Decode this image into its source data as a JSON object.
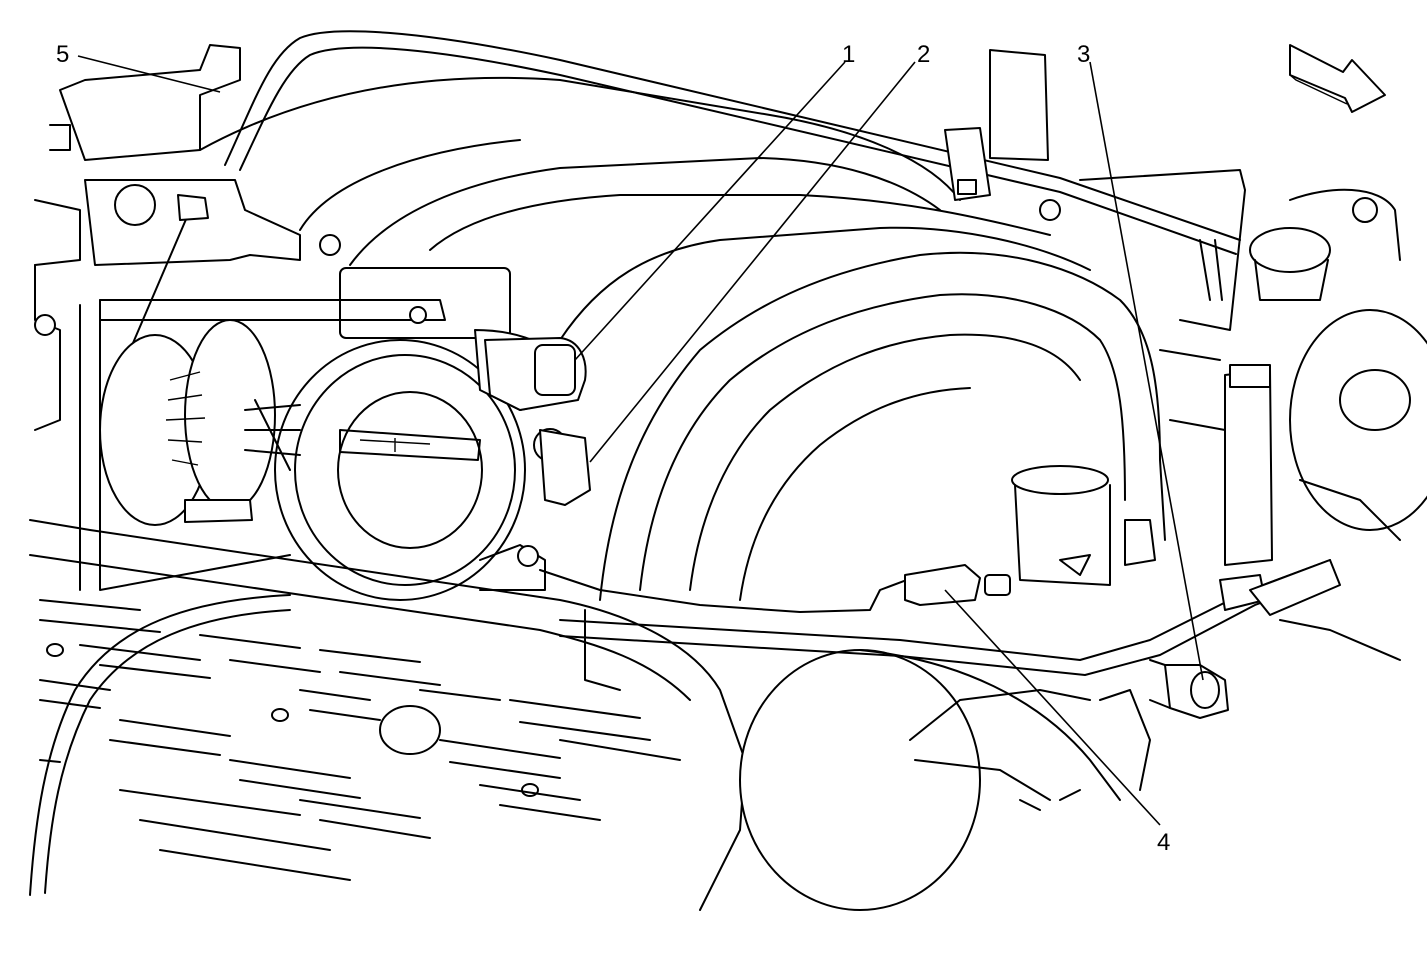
{
  "callouts": [
    {
      "id": "1",
      "label": "1"
    },
    {
      "id": "2",
      "label": "2"
    },
    {
      "id": "3",
      "label": "3"
    },
    {
      "id": "4",
      "label": "4"
    },
    {
      "id": "5",
      "label": "5"
    }
  ],
  "icons": {
    "view_direction": "arrow-icon"
  }
}
